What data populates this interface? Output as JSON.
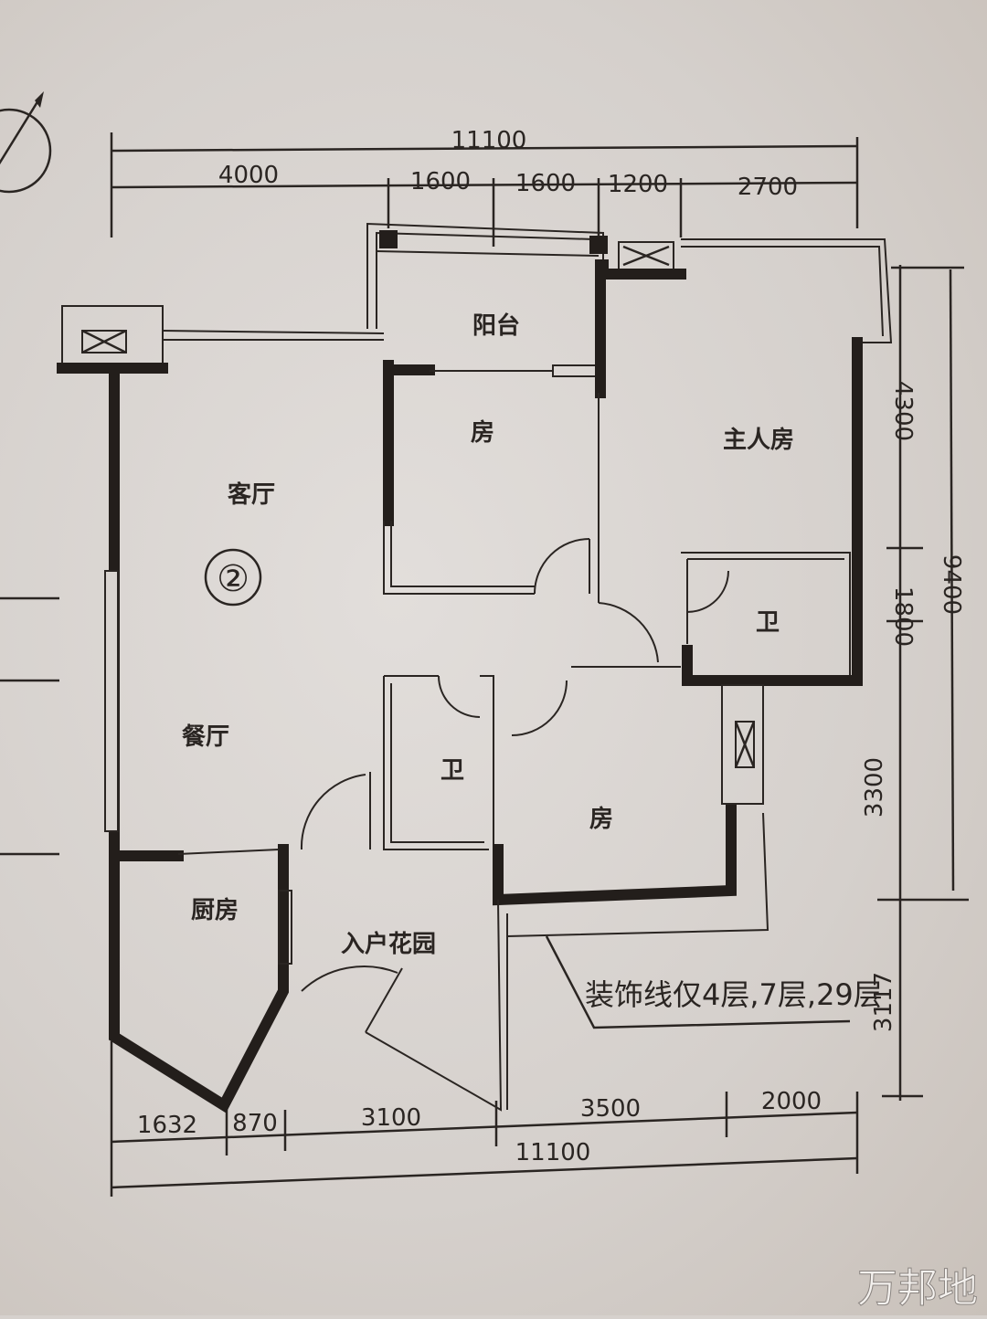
{
  "plan": {
    "unit_number": "②",
    "rooms": {
      "balcony": "阳台",
      "bedroom_north": "房",
      "master_bedroom": "主人房",
      "living_room": "客厅",
      "dining_room": "餐厅",
      "bathroom_master": "卫",
      "bathroom_common": "卫",
      "bedroom_south": "房",
      "kitchen": "厨房",
      "entrance_garden": "入户花园"
    },
    "note": "装饰线仅4层,7层,29层",
    "dimensions": {
      "top_total": "11100",
      "top_segments": [
        "4000",
        "1600",
        "1600",
        "1200",
        "2700"
      ],
      "right_segments": [
        "4300",
        "1800",
        "3300"
      ],
      "right_total": "9400",
      "right_lower": "3117",
      "bottom_segments": [
        "1632",
        "870",
        "3100",
        "3500",
        "2000"
      ],
      "bottom_total": "11100"
    }
  },
  "watermark": "万邦地"
}
